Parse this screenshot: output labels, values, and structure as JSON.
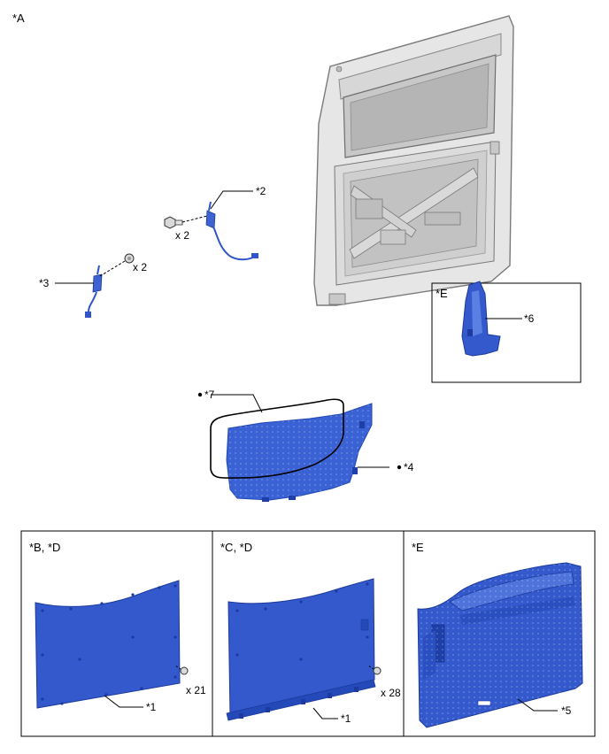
{
  "view_label": "*A",
  "callouts": {
    "c2": "*2",
    "c3": "*3",
    "c4": "*4",
    "c6": "*6",
    "c7": "*7",
    "c1_left": "*1",
    "c1_mid": "*1",
    "c5": "*5"
  },
  "quantities": {
    "bolt_2": "x 2",
    "clip_3": "x 2",
    "clip_left": "x 21",
    "clip_mid": "x 28"
  },
  "inset_e_top": {
    "label": "*E"
  },
  "panels": [
    {
      "label": "*B, *D"
    },
    {
      "label": "*C, *D"
    },
    {
      "label": "*E"
    }
  ],
  "colors": {
    "part_blue": "#2f55c8",
    "part_blue_light": "#4f78e0",
    "line": "#000000",
    "door_gray": "#bfbfbf"
  }
}
